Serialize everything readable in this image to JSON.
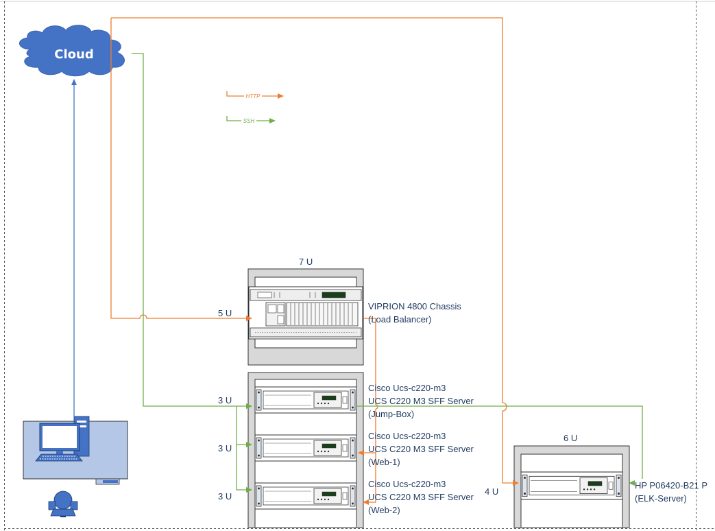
{
  "cloud": {
    "label": "Cloud"
  },
  "legend": {
    "http_label": "HTTP",
    "ssh_label": "SSH",
    "http_color": "#ed7d31",
    "ssh_color": "#70ad47",
    "user_color": "#4472c4"
  },
  "rack_main": {
    "units_label": "7 U",
    "load_balancer": {
      "units": "5 U",
      "name": "VIPRION 4800 Chassis",
      "role": "(Load Balancer)"
    },
    "servers": [
      {
        "units": "3 U",
        "name": "Cisco Ucs-c220-m3",
        "model": "UCS C220 M3 SFF Server",
        "role": "(Jump-Box)"
      },
      {
        "units": "3 U",
        "name": "Cisco Ucs-c220-m3",
        "model": "UCS C220 M3 SFF Server",
        "role": "(Web-1)"
      },
      {
        "units": "3 U",
        "name": "Cisco Ucs-c220-m3",
        "model": "UCS C220 M3 SFF Server",
        "role": "(Web-2)"
      }
    ]
  },
  "rack_elk": {
    "units_label": "6 U",
    "server": {
      "units": "4 U",
      "name": "HP P06420-B21 P",
      "role": "(ELK-Server)"
    }
  },
  "workstation": {
    "icon": "desktop-computer-icon",
    "user_icon": "user-icon"
  }
}
